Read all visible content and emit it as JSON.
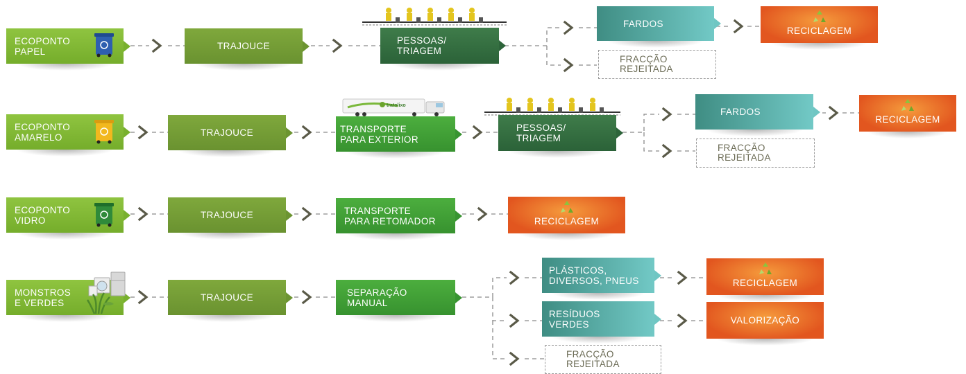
{
  "labels": {
    "papel": "ECOPONTO\nPAPEL",
    "amarelo": "ECOPONTO\nAMARELO",
    "vidro": "ECOPONTO\nVIDRO",
    "monstros": "MONSTROS\nE VERDES",
    "trajouce": "TRAJOUCE",
    "pessoas": "PESSOAS/\nTRIAGEM",
    "transporte_exterior": "TRANSPORTE\nPARA EXTERIOR",
    "transporte_retomador": "TRANSPORTE\nPARA RETOMADOR",
    "separacao": "SEPARAÇÃO\nMANUAL",
    "fardos": "FARDOS",
    "reciclagem": "RECICLAGEM",
    "valorizacao": "VALORIZAÇÃO",
    "rejeitada": "FRACÇÃO\nREJEITADA",
    "plasticos": "PLÁSTICOS,\nDIVERSOS, PNEUS",
    "residuos": "RESÍDUOS\nVERDES",
    "truck_brand": "tratolixo"
  },
  "icons": {
    "bin_papel": "blue-recycling-bin-icon",
    "bin_amarelo": "yellow-recycling-bin-icon",
    "bin_vidro": "green-recycling-bin-icon",
    "monstros": "appliances-and-plants-icon",
    "triagem": "sorting-workers-icon",
    "transport": "tratolixo-truck-icon",
    "recycle": "recycle-icon"
  },
  "colors": {
    "lime": "#8fc440",
    "olive": "#7fa83c",
    "green": "#4cae3e",
    "dark_green": "#2f6a3e",
    "teal": "#5fb6b1",
    "orange": "#e9692a",
    "connector": "#8a8a8a",
    "chevron": "#5a5a48"
  }
}
